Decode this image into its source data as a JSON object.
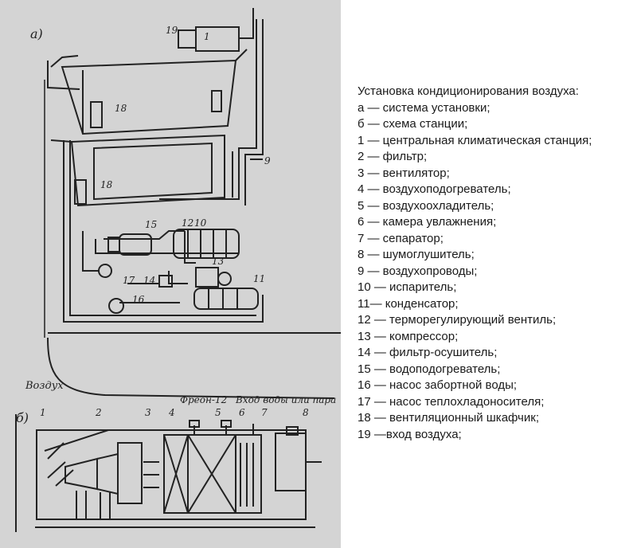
{
  "drawing_labels": {
    "part_a": "а)",
    "part_b": "б)",
    "air": "Воздух",
    "freon": "Фреон-12",
    "water_steam": "Вход воды или пара"
  },
  "legend": {
    "title": "Установка кондиционирования воздуха:",
    "items": [
      "а — система установки;",
      "б — схема станции;",
      "1 — центральная климатическая станция;",
      "2 — фильтр;",
      "3 — вентилятор;",
      "4 — воздухоподогреватель;",
      "5 — воздухоохладитель;",
      "6 — камера увлажнения;",
      "7 — сепаратор;",
      "8 — шумоглушитель;",
      "9 — воздухопроводы;",
      "10 — испаритель;",
      "11— конденсатор;",
      "12 — терморегулирующий вентиль;",
      "13 — компрессор;",
      "14 — фильтр-осушитель;",
      "15 — водоподогреватель;",
      "16 — насос забортной воды;",
      "17 — насос теплохладоносителя;",
      "18 — вентиляционный шкафчик;",
      "19 —вход воздуха;"
    ]
  },
  "colors": {
    "paper": "#d4d4d4",
    "ink": "#222222",
    "page": "#ffffff",
    "text": "#1a1a1a"
  }
}
